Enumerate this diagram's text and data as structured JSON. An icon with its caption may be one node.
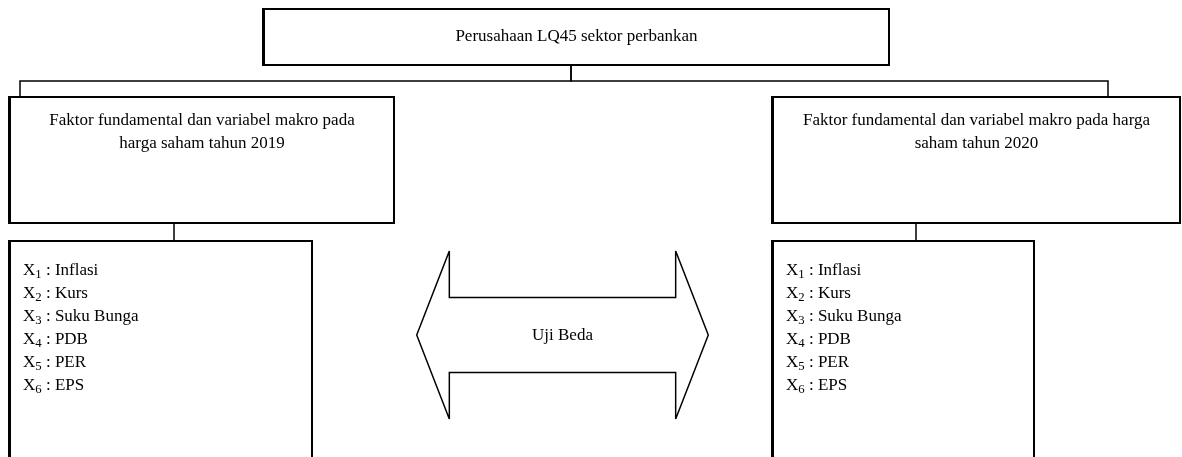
{
  "diagram": {
    "nodes": [
      {
        "text": [
          "Perusahaan LQ45 sektor perbankan"
        ]
      },
      {
        "text": [
          "Faktor fundamental dan variabel makro pada harga saham tahun 2019"
        ]
      },
      {
        "text": [
          "Faktor fundamental dan variabel makro pada harga saham tahun 2020"
        ]
      },
      {
        "text": [
          "X$_{1}$ : Inflasi",
          "X$_{2}$ : Kurs",
          "X$_{3}$ : Suku Bunga",
          "X$_{4}$ : PDB",
          "X$_{5}$ : PER",
          "X$_{6}$ : EPS"
        ]
      },
      {
        "text": [
          "Uji Beda"
        ]
      },
      {
        "text": [
          "X$_{1}$ : Inflasi",
          "X$_{2}$ : Kurs",
          "X$_{3}$ : Suku Bunga",
          "X$_{4}$ : PDB",
          "X$_{5}$ : PER",
          "X$_{6}$ : EPS"
        ]
      }
    ],
    "edges": [
      {
        "from": 0,
        "to": 1,
        "arrow": "none"
      },
      {
        "from": 0,
        "to": 2,
        "arrow": "none"
      },
      {
        "from": 1,
        "to": 3,
        "arrow": "none"
      },
      {
        "from": 2,
        "to": 5,
        "arrow": "none"
      }
    ]
  }
}
